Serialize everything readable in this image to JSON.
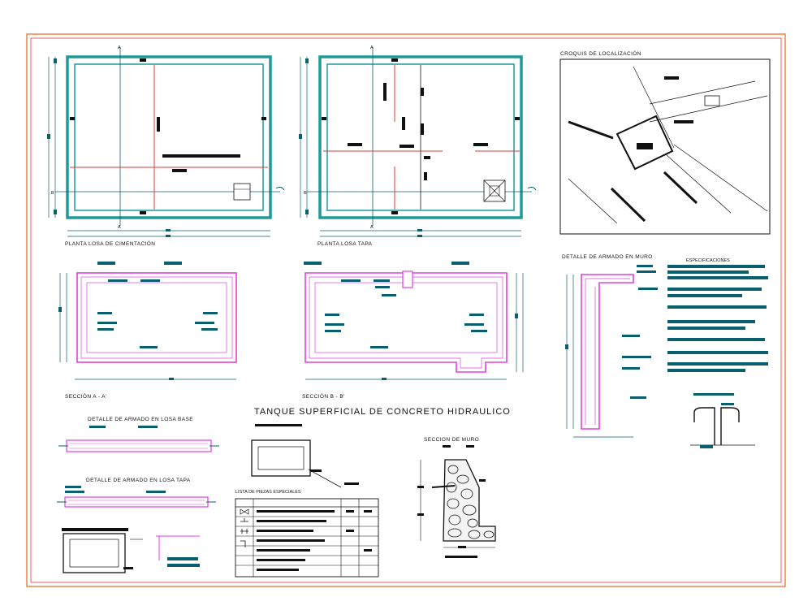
{
  "sheet": {
    "main_title": "TANQUE SUPERFICIAL DE CONCRETO HIDRAULICO"
  },
  "plans": {
    "foundation_label": "PLANTA LOSA DE CIMENTACIÓN",
    "cover_label": "PLANTA LOSA TAPA",
    "cut_a": "A",
    "cut_b": "B"
  },
  "sections": {
    "a_label": "SECCIÓN  A - A'",
    "b_label": "SECCIÓN  B - B'"
  },
  "details": {
    "base_slab": "DETALLE DE ARMADO EN LOSA BASE",
    "cover_slab": "DETALLE DE ARMADO EN LOSA TAPA",
    "wall_rebar": "DETALLE DE ARMADO EN MURO",
    "wall_section": "SECCION DE MURO",
    "location": "CROQUIS  DE  LOCALIZACIÓN",
    "specs": "ESPECIFICACIONES",
    "parts_list": "LISTA DE PIEZAS ESPECIALES"
  },
  "colors": {
    "frame_outer": "#f07a3a",
    "frame_inner": "#e23a3a",
    "wall": "#1f9a9a",
    "rebar": "#e040e0",
    "dimension": "#0a5f6e",
    "cut_line": "#e23a3a"
  },
  "icons": [
    "gate-valve-icon",
    "tee-fitting-icon",
    "elbow-fitting-icon",
    "flange-icon"
  ]
}
